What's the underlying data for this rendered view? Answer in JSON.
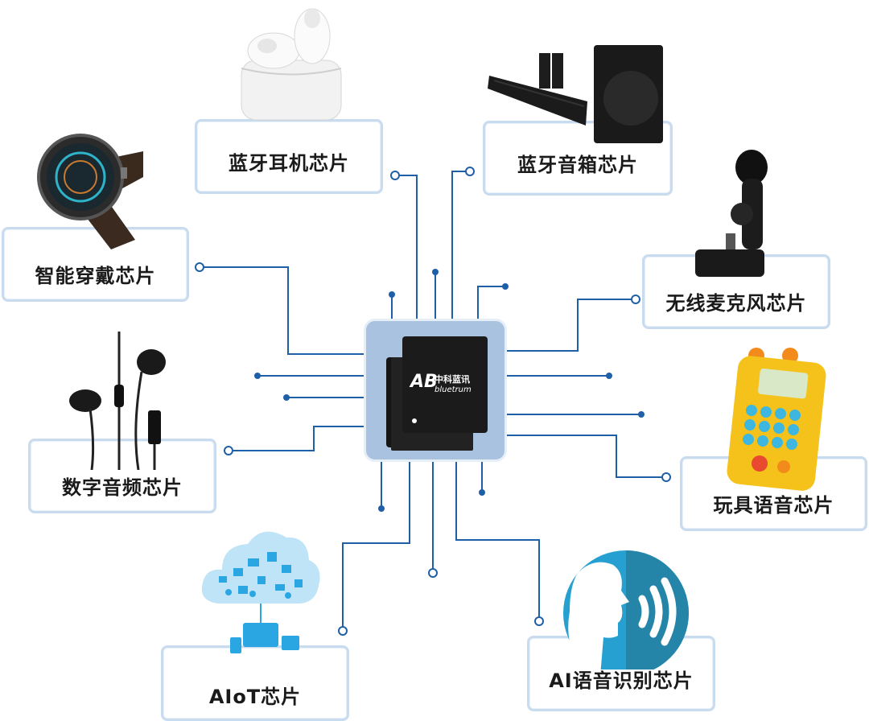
{
  "chip": {
    "logo_mark": "AB",
    "brand_cn": "中科蓝讯",
    "brand_en": "bluetrum"
  },
  "categories": [
    {
      "label": "蓝牙耳机芯片"
    },
    {
      "label": "蓝牙音箱芯片"
    },
    {
      "label": "智能穿戴芯片"
    },
    {
      "label": "无线麦克风芯片"
    },
    {
      "label": "数字音频芯片"
    },
    {
      "label": "玩具语音芯片"
    },
    {
      "label": "AIoT芯片"
    },
    {
      "label": "AI语音识别芯片"
    }
  ],
  "colors": {
    "wire": "#1f5fa8",
    "card_border": "#c9dcef",
    "chip_frame": "#a9c2e0",
    "accent_blue": "#2f7fd0",
    "toy_yellow": "#f5c21b"
  }
}
